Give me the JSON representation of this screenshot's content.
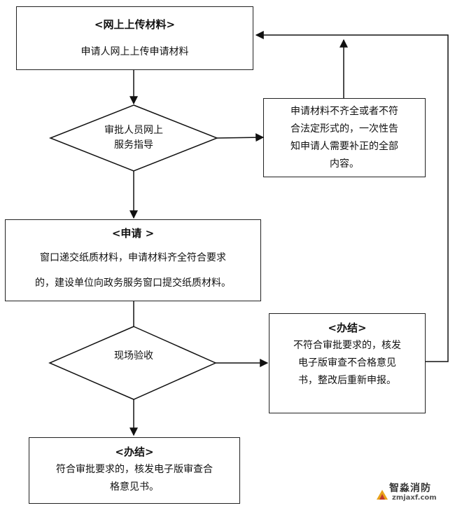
{
  "upload": {
    "title": "<网上上传材料>",
    "text": "申请人网上上传申请材料"
  },
  "guide": {
    "line1": "审批人员网上",
    "line2": "服务指导"
  },
  "notice": {
    "line1": "申请材料不齐全或者不符",
    "line2": "合法定形式的，一次性告",
    "line3": "知申请人需要补正的全部",
    "line4": "内容。"
  },
  "apply": {
    "title": "<申请 >",
    "line1": "窗口递交纸质材料，申请材料齐全符合要求",
    "line2": "的，建设单位向政务服务窗口提交纸质材料。"
  },
  "inspect": {
    "text": "现场验收"
  },
  "reject": {
    "title": "<办结>",
    "line1": "不符合审批要求的，核发",
    "line2": "电子版审查不合格意见",
    "line3": "书，整改后重新申报。"
  },
  "approve": {
    "title": "<办结>",
    "line1": "符合审批要求的，核发电子版审查合",
    "line2": "格意见书。"
  },
  "logo": {
    "name": "智淼消防",
    "site": "zmjaxf.com"
  }
}
